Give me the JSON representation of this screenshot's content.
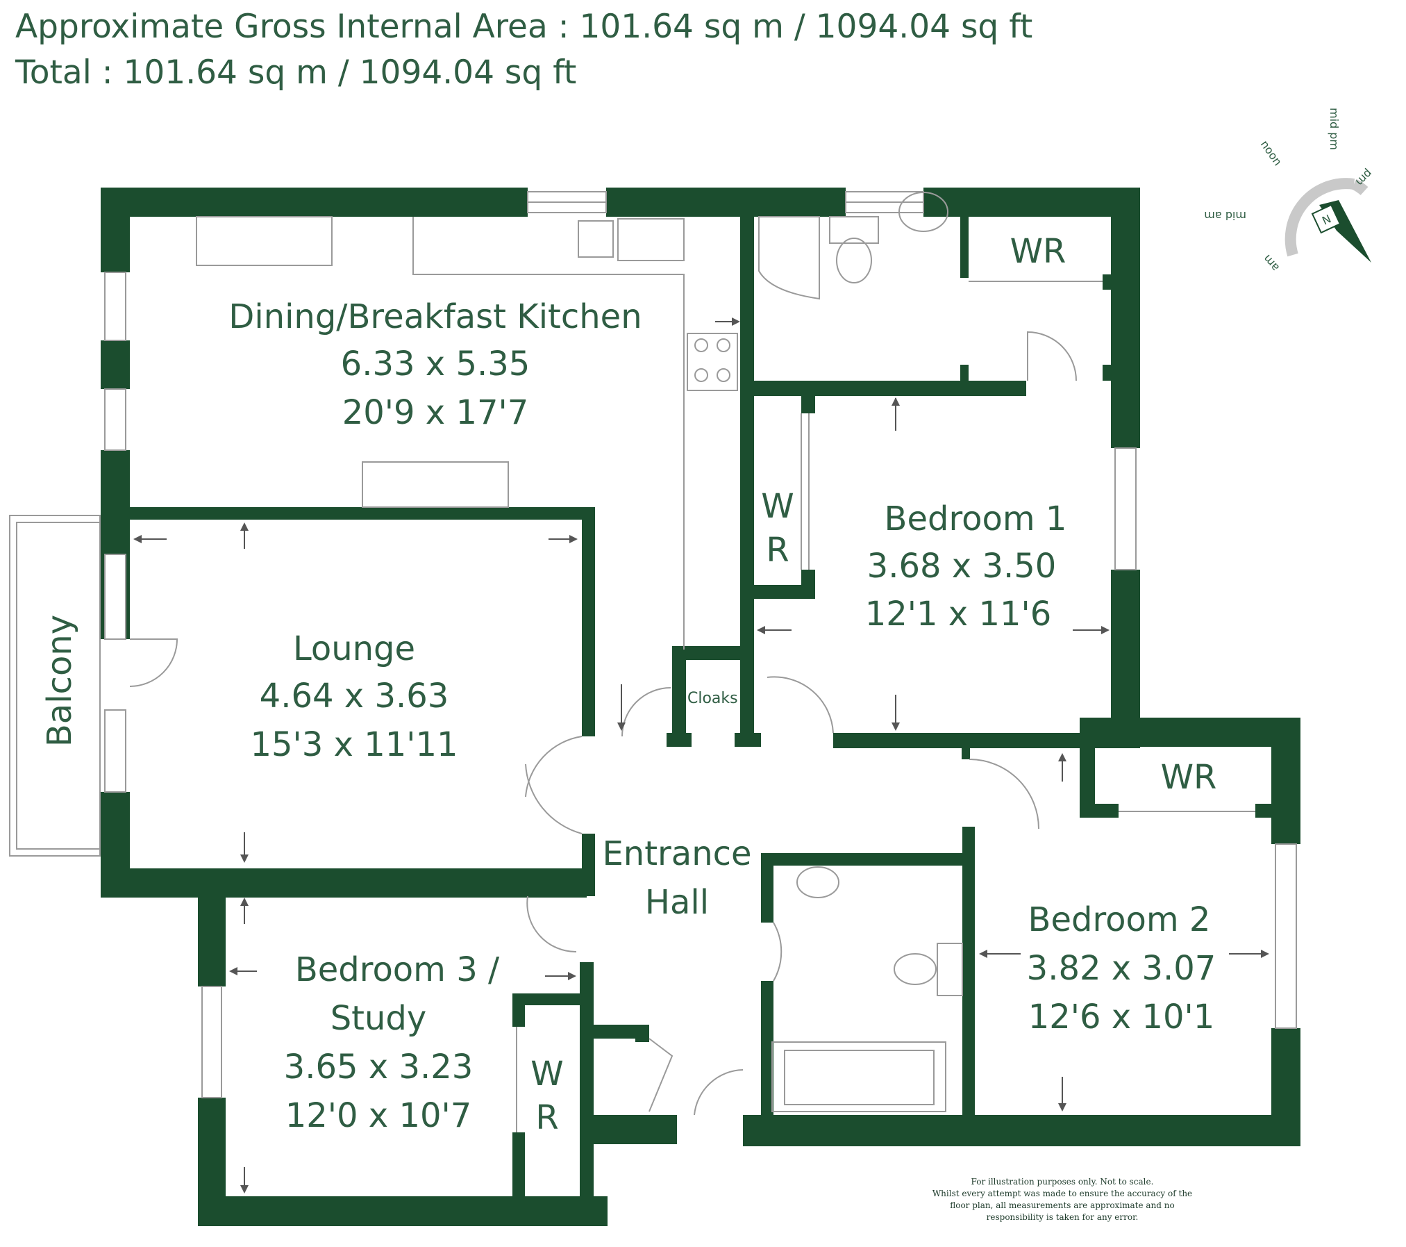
{
  "header": {
    "gross_area": "Approximate Gross Internal Area : 101.64 sq m / 1094.04 sq ft",
    "total_area": "Total : 101.64 sq m / 1094.04 sq ft"
  },
  "rooms": {
    "kitchen": {
      "name": "Dining/Breakfast Kitchen",
      "metric": "6.33 x 5.35",
      "imperial": "20'9 x 17'7"
    },
    "lounge": {
      "name": "Lounge",
      "metric": "4.64 x 3.63",
      "imperial": "15'3 x 11'11"
    },
    "bedroom1": {
      "name": "Bedroom 1",
      "metric": "3.68 x 3.50",
      "imperial": "12'1 x 11'6"
    },
    "bedroom2": {
      "name": "Bedroom 2",
      "metric": "3.82 x 3.07",
      "imperial": "12'6 x 10'1"
    },
    "bedroom3": {
      "name_line1": "Bedroom 3 /",
      "name_line2": "Study",
      "metric": "3.65 x 3.23",
      "imperial": "12'0 x 10'7"
    },
    "hall": {
      "line1": "Entrance",
      "line2": "Hall"
    },
    "balcony": "Balcony",
    "cloaks": "Cloaks",
    "wr_top": "WR",
    "wr_right": "WR",
    "wr_bed1_line1": "W",
    "wr_bed1_line2": "R",
    "wr_study_line1": "W",
    "wr_study_line2": "R"
  },
  "compass": {
    "labels": [
      "mid pm",
      "noon",
      "pm",
      "mid am",
      "am"
    ],
    "north": "N"
  },
  "disclaimer": [
    "For illustration purposes only. Not to scale.",
    "Whilst every attempt was made to ensure the accuracy of the",
    "floor plan, all measurements are approximate and no",
    "responsibility is taken for any error."
  ],
  "colors": {
    "wall": "#1b4d2e",
    "text": "#2f5d43"
  }
}
